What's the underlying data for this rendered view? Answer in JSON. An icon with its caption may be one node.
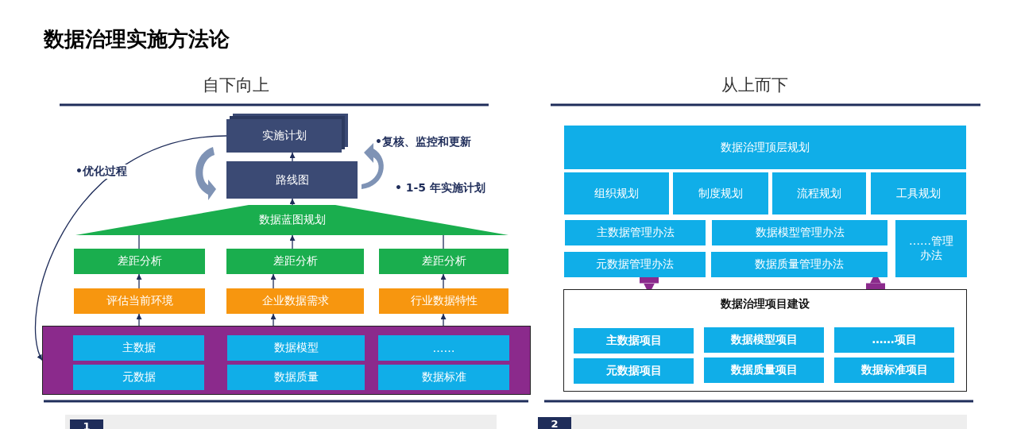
{
  "diagram": {
    "title": "数据治理实施方法论",
    "nodes": [
      {
        "text": [
          "实施计划"
        ]
      },
      {
        "text": [
          "路线图"
        ]
      },
      {
        "text": [
          "数据蓝图规划"
        ]
      },
      {
        "text": [
          "差距分析"
        ]
      },
      {
        "text": [
          "差距分析"
        ]
      },
      {
        "text": [
          "差距分析"
        ]
      },
      {
        "text": [
          "评估当前环境"
        ]
      },
      {
        "text": [
          "企业数据需求"
        ]
      },
      {
        "text": [
          "行业数据特性"
        ]
      },
      {
        "text": [],
        "shape": "box"
      },
      {
        "text": [
          "主数据"
        ],
        "in": 9
      },
      {
        "text": [
          "数据模型"
        ],
        "in": 9
      },
      {
        "text": [
          "……"
        ],
        "in": 9
      },
      {
        "text": [
          "元数据"
        ],
        "in": 9
      },
      {
        "text": [
          "数据质量"
        ],
        "in": 9
      },
      {
        "text": [
          "数据标准"
        ],
        "in": 9
      },
      {
        "text": [
          "数据治理顶层规划"
        ]
      },
      {
        "text": [
          "组织规划"
        ]
      },
      {
        "text": [
          "制度规划"
        ]
      },
      {
        "text": [
          "流程规划"
        ]
      },
      {
        "text": [
          "工具规划"
        ]
      },
      {
        "text": [
          "主数据管理办法"
        ]
      },
      {
        "text": [
          "数据模型管理办法"
        ]
      },
      {
        "text": [
          "……管理办法"
        ]
      },
      {
        "text": [
          "元数据管理办法"
        ]
      },
      {
        "text": [
          "数据质量管理办法"
        ]
      },
      {
        "text": [
          "数据治理项目建设"
        ]
      },
      {
        "text": [
          "主数据项目"
        ],
        "in": 26
      },
      {
        "text": [
          "数据模型项目"
        ],
        "in": 26
      },
      {
        "text": [
          "……项目"
        ],
        "in": 26
      },
      {
        "text": [
          "元数据项目"
        ],
        "in": 26
      },
      {
        "text": [
          "数据质量项目"
        ],
        "in": 26
      },
      {
        "text": [
          "数据标准项目"
        ],
        "in": 26
      }
    ],
    "edges": [
      {
        "from": 1,
        "to": 0,
        "arrow": "to"
      },
      {
        "from": 2,
        "to": 1,
        "arrow": "to"
      },
      {
        "from": 3,
        "to": 2,
        "arrow": "none"
      },
      {
        "from": 4,
        "to": 2,
        "arrow": "to"
      },
      {
        "from": 5,
        "to": 2,
        "arrow": "none"
      },
      {
        "from": 6,
        "to": 3,
        "arrow": "to"
      },
      {
        "from": 7,
        "to": 4,
        "arrow": "to"
      },
      {
        "from": 8,
        "to": 5,
        "arrow": "to"
      },
      {
        "from": 9,
        "to": 6,
        "arrow": "to"
      },
      {
        "from": 9,
        "to": 7,
        "arrow": "to"
      },
      {
        "from": 9,
        "to": 8,
        "arrow": "to"
      },
      {
        "from": 0,
        "to": 9,
        "arrow": "to",
        "label": "•优化过程"
      },
      {
        "from": 24,
        "to": 26,
        "arrow": "to",
        "style": "thick",
        "color": "#8b2a8c"
      },
      {
        "from": 26,
        "to": 25,
        "arrow": "to",
        "style": "thick",
        "color": "#8b2a8c"
      }
    ],
    "labels": [
      "自下向上",
      "从上而下",
      "•复核、监控和更新",
      "• 1-5 年实施计划",
      "1",
      "2"
    ]
  }
}
